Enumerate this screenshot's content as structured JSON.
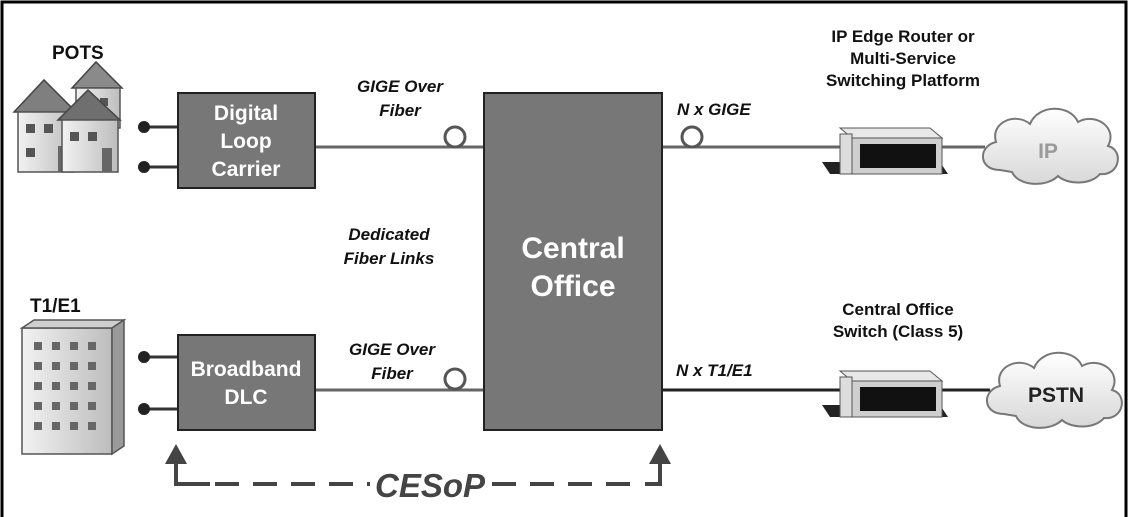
{
  "labels": {
    "pots": "POTS",
    "t1e1": "T1/E1",
    "gige_top_1": "GIGE Over",
    "gige_top_2": "Fiber",
    "gige_bot_1": "GIGE Over",
    "gige_bot_2": "Fiber",
    "dedicated_1": "Dedicated",
    "dedicated_2": "Fiber Links",
    "n_gige": "N x GIGE",
    "n_t1e1": "N x T1/E1",
    "router_1": "IP Edge Router or",
    "router_2": "Multi-Service",
    "router_3": "Switching Platform",
    "switch_1": "Central Office",
    "switch_2": "Switch (Class 5)",
    "cesop": "CESoP"
  },
  "boxes": {
    "dlc_1": "Digital",
    "dlc_2": "Loop",
    "dlc_3": "Carrier",
    "bdlc_1": "Broadband",
    "bdlc_2": "DLC",
    "co_1": "Central",
    "co_2": "Office"
  },
  "clouds": {
    "ip": "IP",
    "pstn": "PSTN"
  },
  "colors": {
    "box_fill": "#777777",
    "line": "#666666",
    "cloud_text": "#9a9a9a"
  }
}
